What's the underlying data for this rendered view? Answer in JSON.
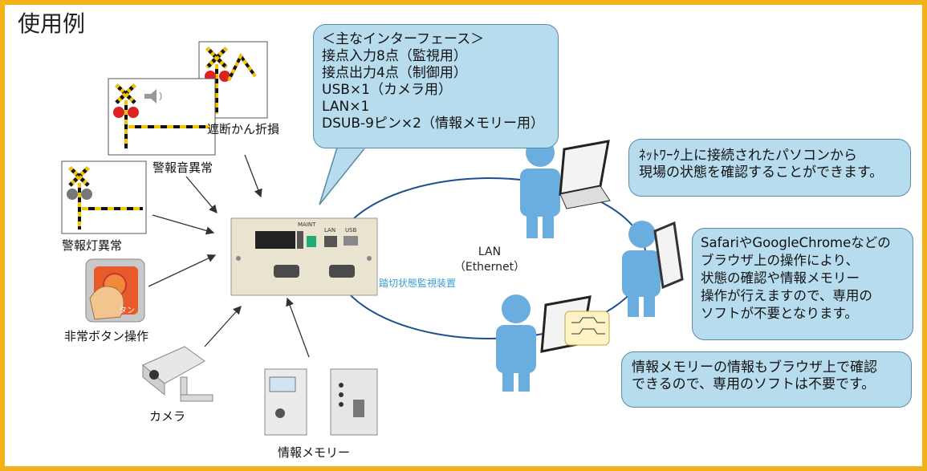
{
  "title": "使用例",
  "interfaces": {
    "heading": "＜主なインターフェース＞",
    "items": [
      "接点入力8点（監視用）",
      "接点出力4点（制御用）",
      "USB×1（カメラ用）",
      "LAN×1",
      "DSUB-9ピン×2（情報メモリー用）"
    ]
  },
  "inputs": {
    "barrier_broken": "遮断かん折損",
    "alarm_sound": "警報音異常",
    "alarm_light": "警報灯異常",
    "emergency_button": "非常ボタン操作",
    "camera": "カメラ",
    "info_memory": "情報メモリー"
  },
  "emergency_button_text": "タン",
  "device": {
    "label": "踏切状態監視装置",
    "port_labels": [
      "MAINT",
      "LAN",
      "USB"
    ]
  },
  "network": {
    "line1": "LAN",
    "line2": "（Ethernet）"
  },
  "notes": {
    "pc_access": [
      "ﾈｯﾄﾜｰｸ上に接続されたパソコンから",
      "現場の状態を確認することができます。"
    ],
    "browser": [
      "SafariやGoogleChromeなどの",
      "ブラウザ上の操作により、",
      "状態の確認や情報メモリー",
      "操作が行えますので、専用の",
      "ソフトが不要となります。"
    ],
    "memory": [
      "情報メモリーの情報もブラウザ上で確認",
      "できるので、専用のソフトは不要です。"
    ]
  },
  "colors": {
    "border": "#f3b21a",
    "callout": "#b7dced",
    "person": "#6aaee0",
    "device": "#e9e4cf",
    "accent": "#3b9bd6"
  }
}
